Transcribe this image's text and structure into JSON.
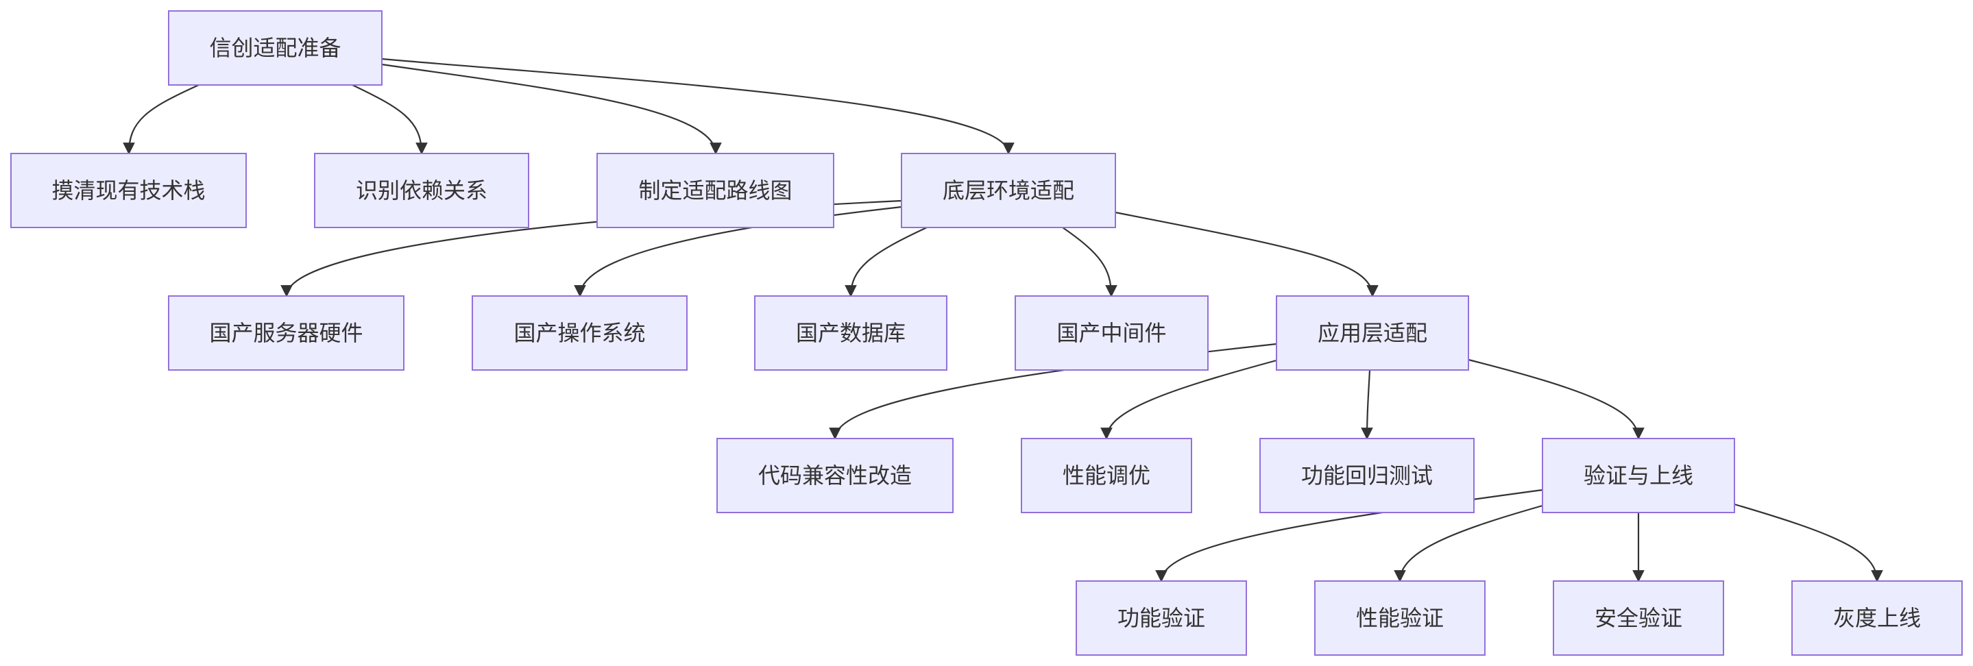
{
  "flowchart": {
    "nodes": {
      "prep": "信创适配准备",
      "stack": "摸清现有技术栈",
      "deps": "识别依赖关系",
      "roadmap": "制定适配路线图",
      "infra": "底层环境适配",
      "hw": "国产服务器硬件",
      "os": "国产操作系统",
      "db": "国产数据库",
      "mw": "国产中间件",
      "app": "应用层适配",
      "compat": "代码兼容性改造",
      "perf_tune": "性能调优",
      "regress": "功能回归测试",
      "verify": "验证与上线",
      "func_v": "功能验证",
      "perf_v": "性能验证",
      "sec_v": "安全验证",
      "gray": "灰度上线"
    },
    "edges": [
      {
        "from": "prep",
        "to": "stack"
      },
      {
        "from": "prep",
        "to": "deps"
      },
      {
        "from": "prep",
        "to": "roadmap"
      },
      {
        "from": "prep",
        "to": "infra"
      },
      {
        "from": "infra",
        "to": "hw"
      },
      {
        "from": "infra",
        "to": "os"
      },
      {
        "from": "infra",
        "to": "db"
      },
      {
        "from": "infra",
        "to": "mw"
      },
      {
        "from": "infra",
        "to": "app"
      },
      {
        "from": "app",
        "to": "compat"
      },
      {
        "from": "app",
        "to": "perf_tune"
      },
      {
        "from": "app",
        "to": "regress"
      },
      {
        "from": "app",
        "to": "verify"
      },
      {
        "from": "verify",
        "to": "func_v"
      },
      {
        "from": "verify",
        "to": "perf_v"
      },
      {
        "from": "verify",
        "to": "sec_v"
      },
      {
        "from": "verify",
        "to": "gray"
      }
    ]
  }
}
